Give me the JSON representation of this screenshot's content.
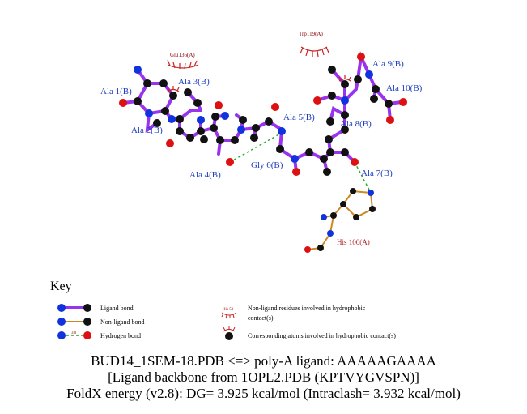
{
  "residue_labels": {
    "ala1": "Ala 1(B)",
    "ala2": "Ala 2(B)",
    "ala3": "Ala 3(B)",
    "ala4": "Ala 4(B)",
    "ala5": "Ala 5(B)",
    "gly6": "Gly 6(B)",
    "ala7": "Ala 7(B)",
    "ala8": "Ala 8(B)",
    "ala9": "Ala 9(B)",
    "ala10": "Ala 10(B)"
  },
  "hydrophobic_labels": {
    "glu136": "Glu136(A)",
    "trp119": "Trp119(A)"
  },
  "nonligand_labels": {
    "his100": "His 100(A)"
  },
  "key": {
    "title": "Key",
    "ligand_bond": "Ligand bond",
    "nonligand_bond": "Non-ligand bond",
    "hydrogen_bond": "Hydrogen bond",
    "hbond_distance": "3.0",
    "hydrophobic_example": "His 53",
    "hydrophobic_line1": "Non-ligand residues involved in hydrophobic",
    "hydrophobic_line2": "contact(s)",
    "corresponding": "Corresponding atoms involved in hydrophobic contact(s)"
  },
  "footer": {
    "line1": "BUD14_1SEM-18.PDB <=> poly-A ligand: AAAAAGAAAA",
    "line2": "[Ligand backbone from 1OPL2.PDB (KPTVYGVSPN)]",
    "line3": "FoldX energy (v2.8): DG= 3.925 kcal/mol (Intraclash= 3.932 kcal/mol)"
  },
  "colors": {
    "ligand_bond": "#9933ee",
    "nonligand_bond": "#cc8822",
    "hydrogen_bond": "#22aa22",
    "carbon": "#111111",
    "nitrogen": "#1133dd",
    "oxygen": "#dd1111",
    "hydrophobic": "#cc2222"
  }
}
